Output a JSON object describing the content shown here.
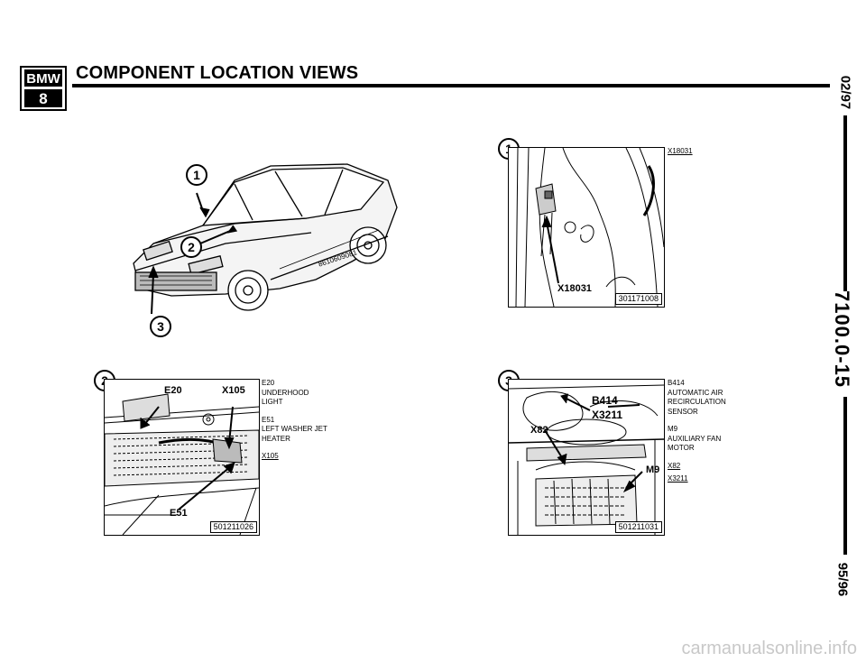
{
  "header": {
    "logo_top": "BMW",
    "logo_bottom": "8",
    "title": "COMPONENT LOCATION VIEWS"
  },
  "margin": {
    "date_top": "02/97",
    "page_number": "7100.0-15",
    "date_bottom": "95/96"
  },
  "figures": {
    "overview": {
      "callouts": [
        "1",
        "2",
        "3"
      ],
      "code": "8610609081"
    },
    "fig1": {
      "callout": "1",
      "connector_label": "X18031",
      "code": "301171008",
      "side_items": [
        {
          "code": "X18031",
          "desc": []
        }
      ]
    },
    "fig2": {
      "callout": "2",
      "labels": [
        "E20",
        "X105",
        "E51"
      ],
      "code": "501211026",
      "side_items": [
        {
          "code": "E20",
          "desc": [
            "UNDERHOOD",
            "LIGHT"
          ]
        },
        {
          "code": "E51",
          "desc": [
            "LEFT WASHER JET",
            "HEATER"
          ]
        },
        {
          "code": "X105",
          "desc": []
        }
      ]
    },
    "fig3": {
      "callout": "3",
      "labels": [
        "B414",
        "X3211",
        "X82",
        "M9"
      ],
      "code": "501211031",
      "side_items": [
        {
          "code": "B414",
          "desc": [
            "AUTOMATIC AIR",
            "RECIRCULATION",
            "SENSOR"
          ]
        },
        {
          "code": "M9",
          "desc": [
            "AUXILIARY FAN",
            "MOTOR"
          ]
        },
        {
          "code": "X82",
          "desc": []
        },
        {
          "code": "X3211",
          "desc": []
        }
      ]
    }
  },
  "watermark": "carmanualsonline.info"
}
